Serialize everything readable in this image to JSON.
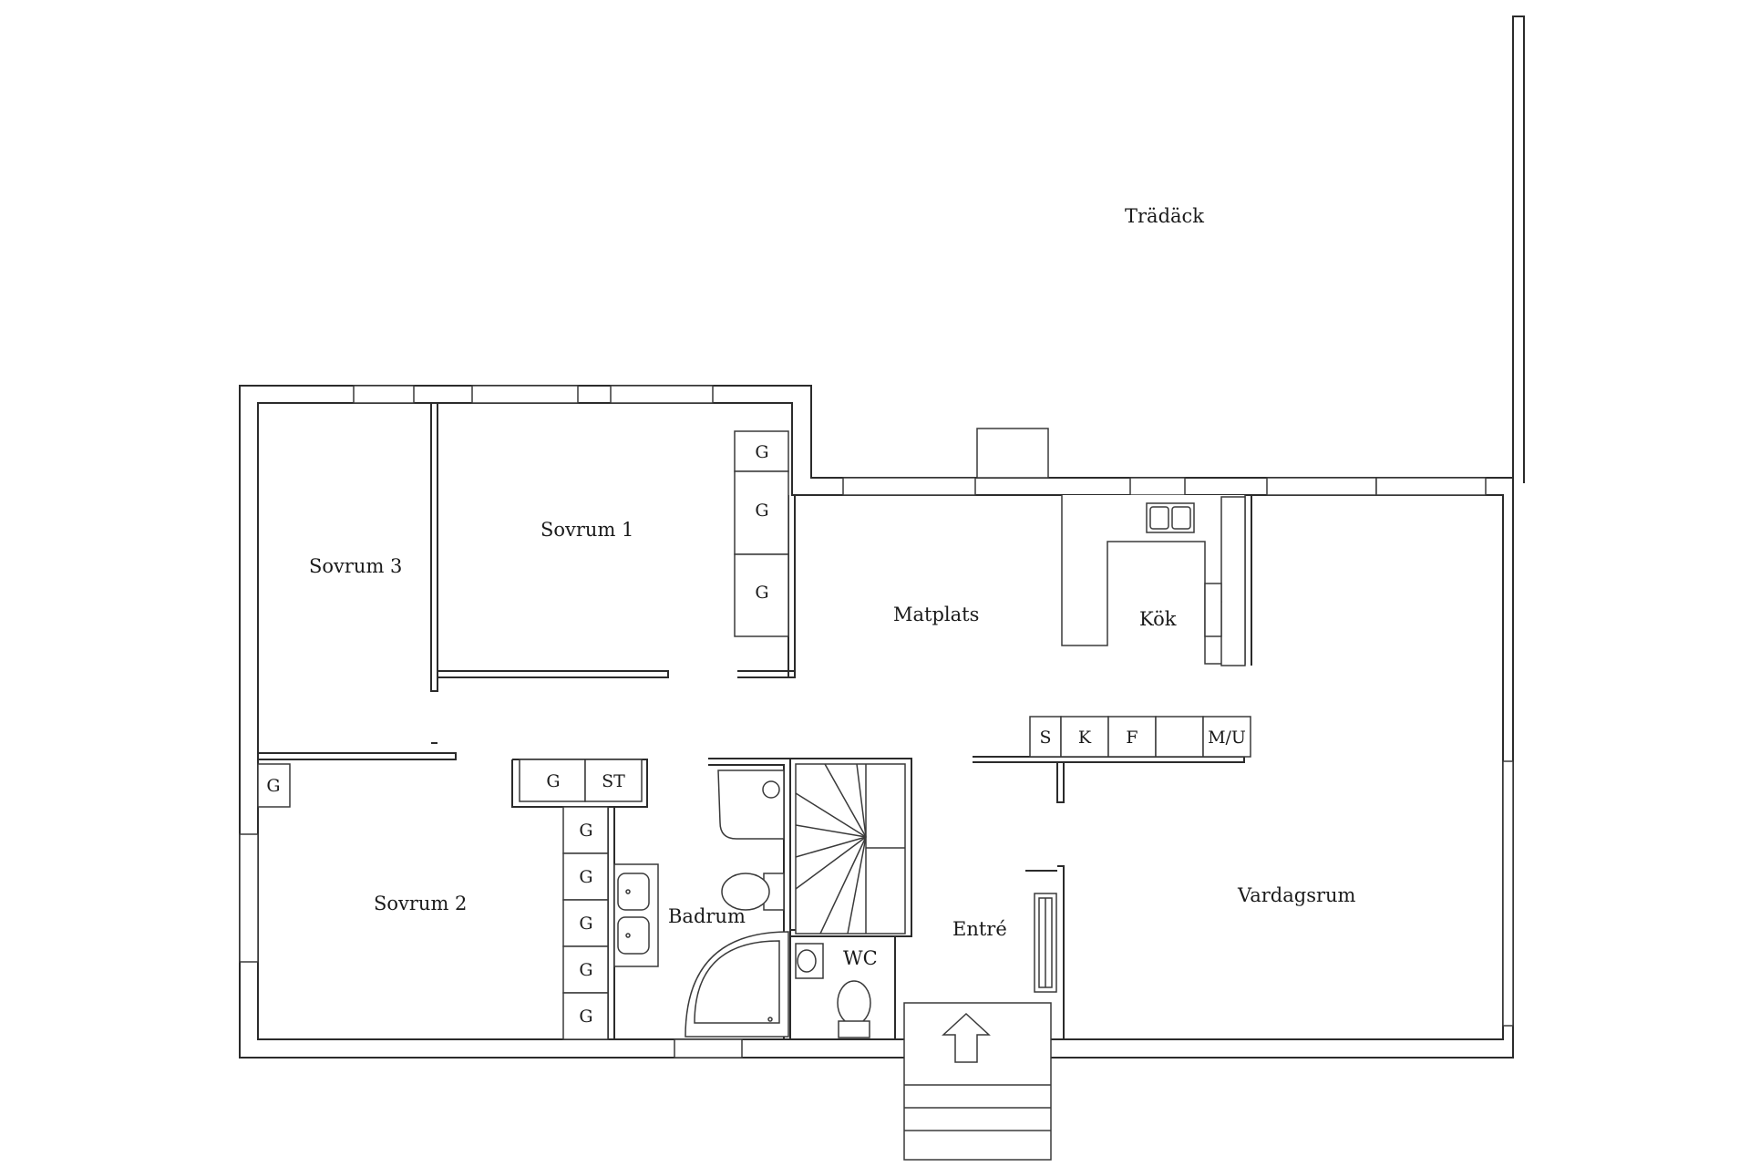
{
  "rooms": {
    "deck": "Trädäck",
    "bedroom1": "Sovrum 1",
    "bedroom2": "Sovrum 2",
    "bedroom3": "Sovrum 3",
    "dining": "Matplats",
    "kitchen": "Kök",
    "bathroom": "Badrum",
    "wc": "WC",
    "entrance": "Entré",
    "living": "Vardagsrum"
  },
  "storage": {
    "wardrobe": "G",
    "st": "ST",
    "s": "S",
    "k": "K",
    "f": "F",
    "mu": "M/U"
  }
}
